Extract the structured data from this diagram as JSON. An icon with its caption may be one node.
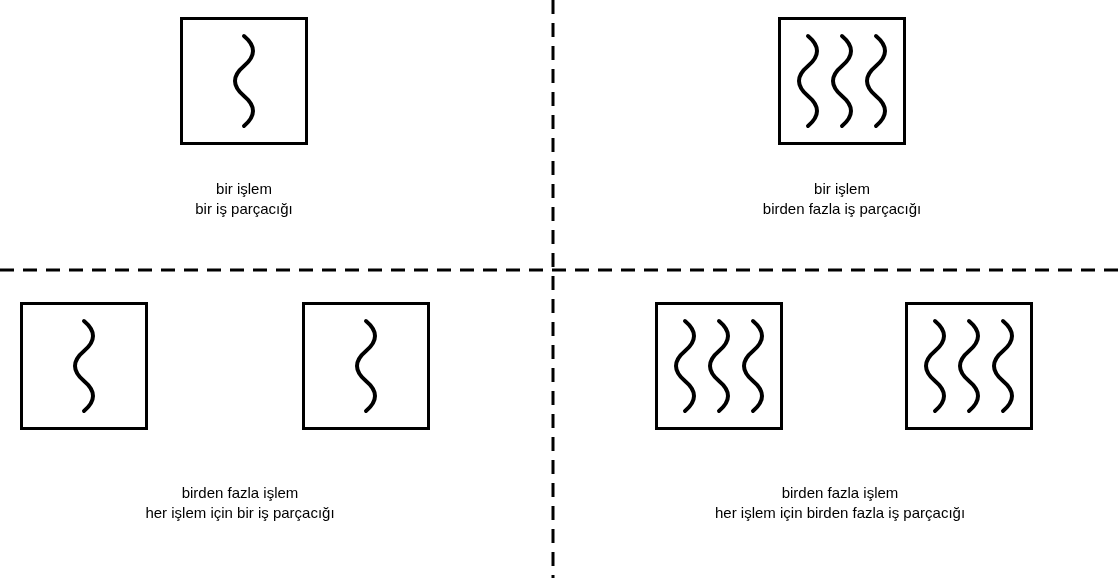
{
  "diagram": {
    "nodes": [
      {
        "text": [],
        "shape": "box"
      },
      {
        "text": [],
        "shape": "box"
      },
      {
        "text": [],
        "shape": "box"
      },
      {
        "text": [],
        "shape": "box"
      },
      {
        "text": [],
        "shape": "box"
      },
      {
        "text": [],
        "shape": "box"
      }
    ],
    "labels": [
      "bir işlem",
      "bir iş parçacığı",
      "bir işlem",
      "birden fazla iş parçacığı",
      "birden fazla işlem",
      "her işlem için bir iş parçacığı",
      "birden fazla işlem",
      "her işlem için birden fazla iş parçacığı"
    ]
  }
}
